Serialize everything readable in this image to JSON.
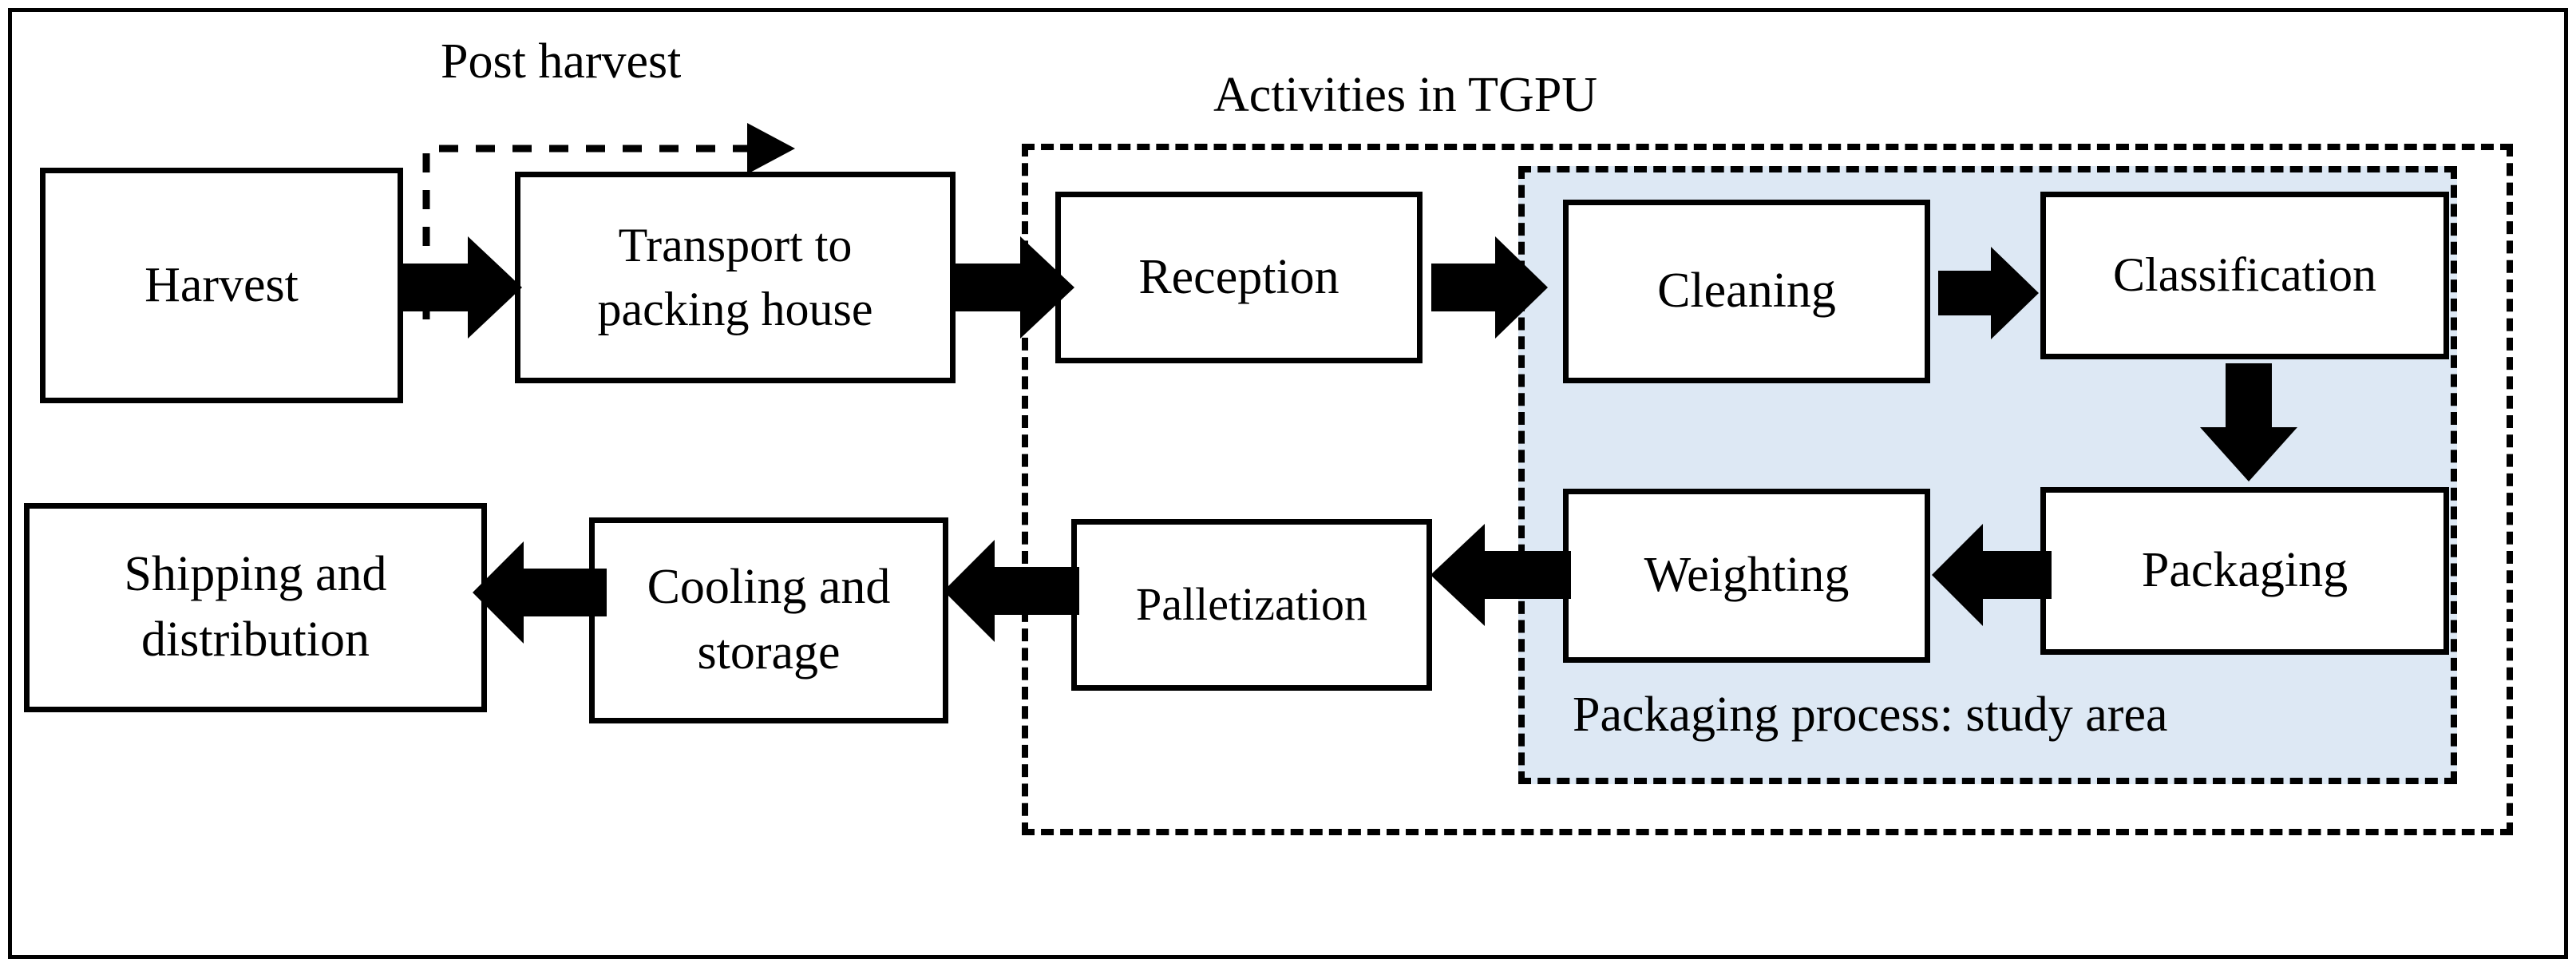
{
  "figure": {
    "title_caption_top": "Post harvest",
    "zone_caption_tgpu": "Activities in TGPU",
    "zone_caption_study": "Packaging process: study area",
    "frame_color": "#000000",
    "study_area_fill": "#dde8f4"
  },
  "nodes": {
    "harvest": "Harvest",
    "transport": "Transport to\npacking house",
    "transport_line1": "Transport to",
    "transport_line2": "packing house",
    "reception": "Reception",
    "cleaning": "Cleaning",
    "classification": "Classification",
    "packaging": "Packaging",
    "weighting": "Weighting",
    "palletization": "Palletization",
    "cooling_line1": "Cooling and",
    "cooling_line2": "storage",
    "shipping_line1": "Shipping and",
    "shipping_line2": "distribution"
  },
  "flow": {
    "steps": [
      "Harvest",
      "Transport to packing house",
      "Reception",
      "Cleaning",
      "Classification",
      "Packaging",
      "Weighting",
      "Palletization",
      "Cooling and storage",
      "Shipping and distribution"
    ],
    "connectors": [
      {
        "from": "Harvest",
        "to": "Transport to packing house",
        "style": "solid-block-arrow",
        "direction": "right"
      },
      {
        "from": "Harvest",
        "to": "Post harvest",
        "style": "dashed-arrow",
        "direction": "up-right",
        "label": "Post harvest"
      },
      {
        "from": "Transport to packing house",
        "to": "Reception",
        "style": "solid-block-arrow",
        "direction": "right"
      },
      {
        "from": "Reception",
        "to": "Cleaning",
        "style": "solid-block-arrow",
        "direction": "right"
      },
      {
        "from": "Cleaning",
        "to": "Classification",
        "style": "solid-block-arrow",
        "direction": "right"
      },
      {
        "from": "Classification",
        "to": "Packaging",
        "style": "solid-block-arrow",
        "direction": "down"
      },
      {
        "from": "Packaging",
        "to": "Weighting",
        "style": "solid-block-arrow",
        "direction": "left"
      },
      {
        "from": "Weighting",
        "to": "Palletization",
        "style": "solid-block-arrow",
        "direction": "left"
      },
      {
        "from": "Palletization",
        "to": "Cooling and storage",
        "style": "solid-block-arrow",
        "direction": "left"
      },
      {
        "from": "Cooling and storage",
        "to": "Shipping and distribution",
        "style": "solid-block-arrow",
        "direction": "left"
      }
    ]
  }
}
